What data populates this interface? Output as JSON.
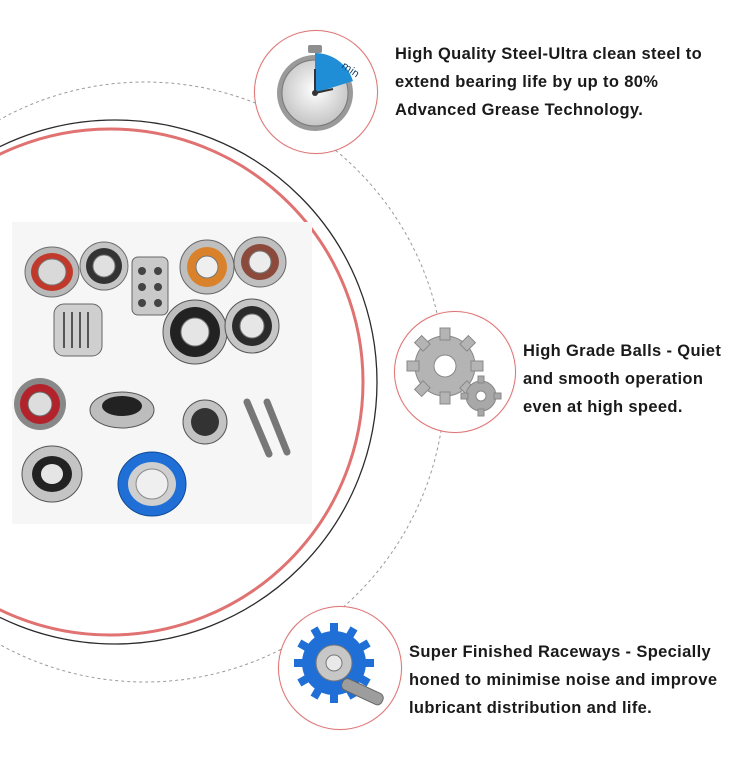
{
  "features": [
    {
      "icon": "stopwatch-icon",
      "icon_label": "min",
      "lines": [
        "High Quality Steel-Ultra clean steel to",
        "extend bearing life by up to 80%",
        "Advanced Grease Technology."
      ]
    },
    {
      "icon": "gears-icon",
      "lines": [
        "High Grade Balls - Quiet",
        "and smooth operation",
        "even at high speed."
      ]
    },
    {
      "icon": "blue-gear-shaft-icon",
      "lines": [
        "Super Finished Raceways - Specially",
        "honed to minimise noise and improve",
        "lubricant distribution and life."
      ]
    }
  ],
  "product_photo": "bearings-collection-image",
  "colors": {
    "accent_red": "#e07272",
    "text": "#1a1a1a",
    "blue": "#1f6fd6",
    "circle_outline": "#2b2b2b"
  }
}
